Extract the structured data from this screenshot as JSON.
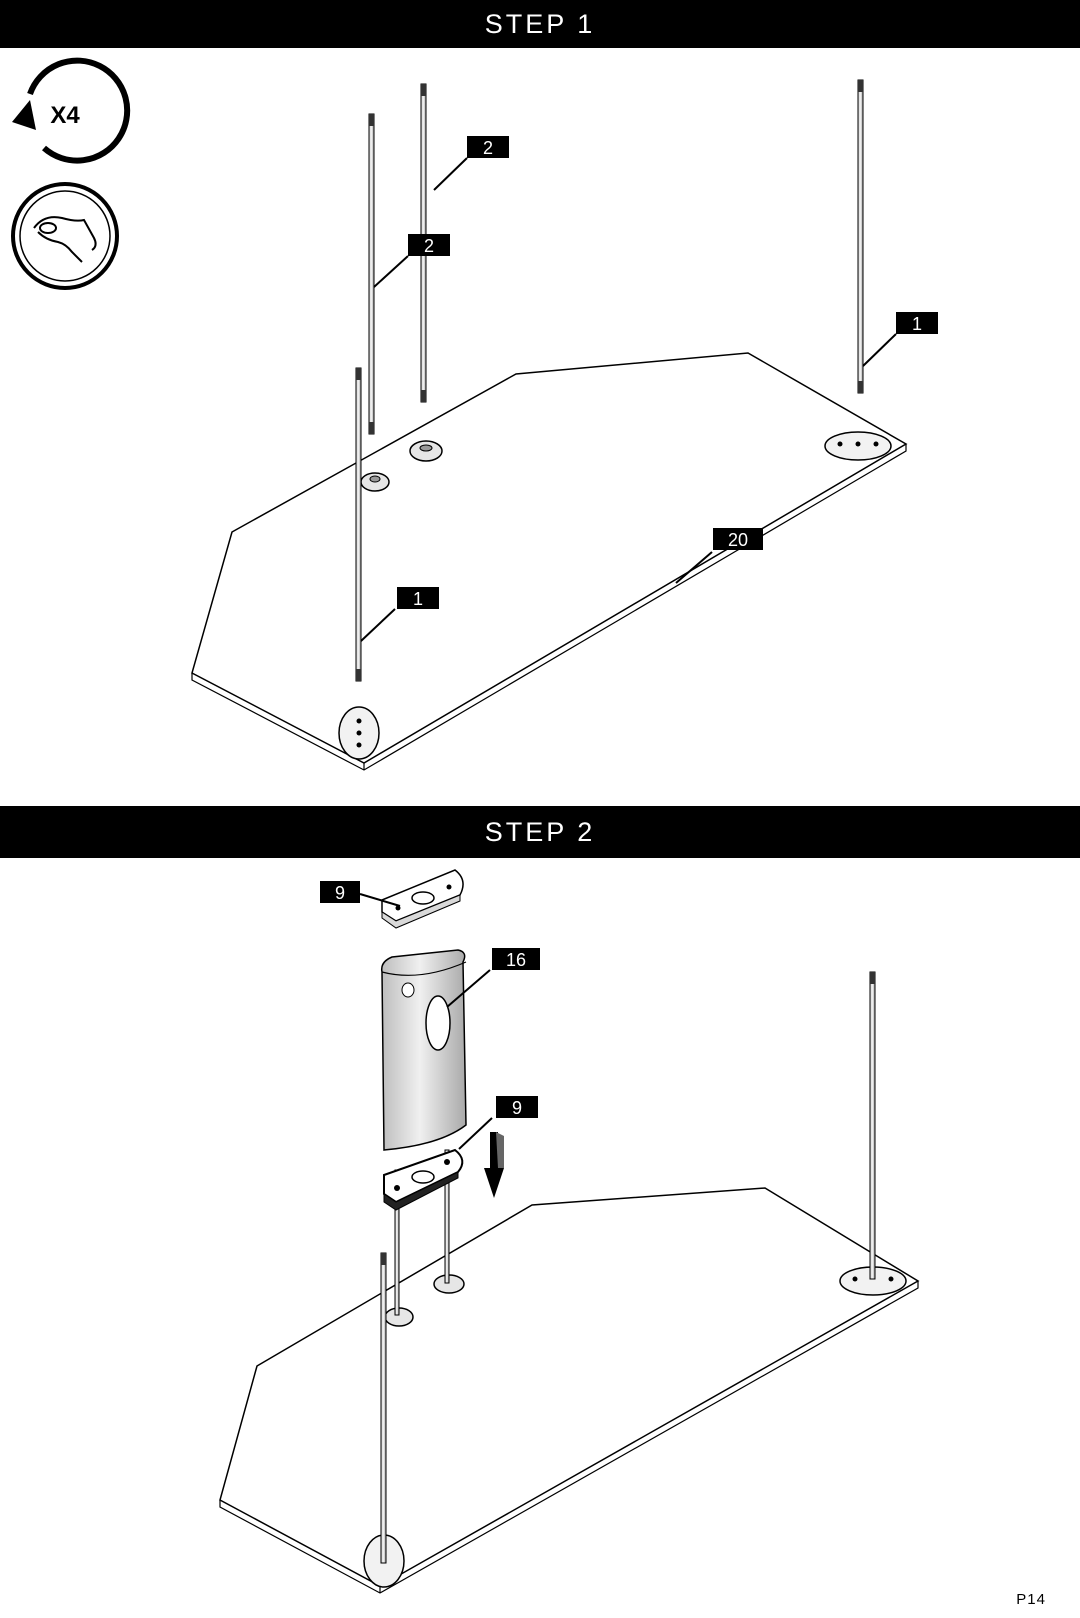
{
  "steps": [
    {
      "title": "STEP 1"
    },
    {
      "title": "STEP 2"
    }
  ],
  "icons": {
    "repeat_label": "X4",
    "repeat_icon": "rotate-arrow-icon",
    "hand_icon": "hand-tighten-icon"
  },
  "step1": {
    "callouts": [
      "2",
      "2",
      "1",
      "1",
      "20"
    ]
  },
  "step2": {
    "callouts": [
      "9",
      "16",
      "9"
    ]
  },
  "page_number": "P14"
}
